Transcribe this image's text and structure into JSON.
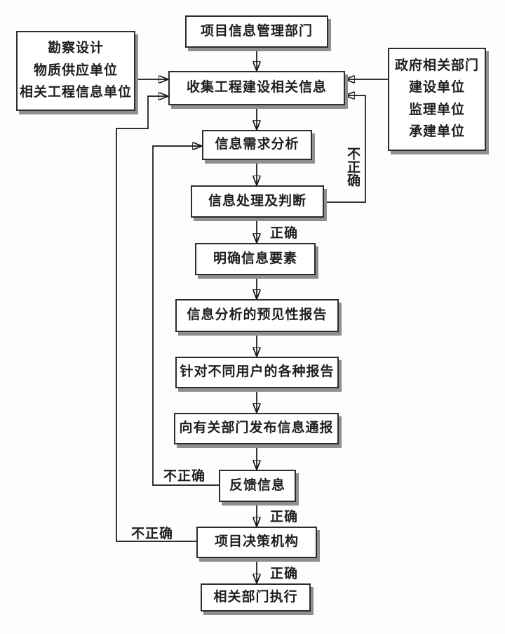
{
  "diagram": {
    "nodes": {
      "project_info_dept": {
        "label": "项目信息管理部门"
      },
      "survey_sources": {
        "lines": [
          "勘察设计",
          "物质供应单位",
          "相关工程信息单位"
        ]
      },
      "gov_sources": {
        "lines": [
          "政府相关部门",
          "建设单位",
          "监理单位",
          "承建单位"
        ]
      },
      "collect_info": {
        "label": "收集工程建设相关信息"
      },
      "demand_analysis": {
        "label": "信息需求分析"
      },
      "process_judge": {
        "label": "信息处理及判断"
      },
      "clarify_elements": {
        "label": "明确信息要素"
      },
      "forecast_report": {
        "label": "信息分析的预见性报告"
      },
      "user_reports": {
        "label": "针对不同用户的各种报告"
      },
      "publish_bulletin": {
        "label": "向有关部门发布信息通报"
      },
      "feedback_info": {
        "label": "反馈信息"
      },
      "decision_body": {
        "label": "项目决策机构"
      },
      "dept_execute": {
        "label": "相关部门执行"
      }
    },
    "edge_labels": {
      "correct": "正确",
      "incorrect": "不正确"
    },
    "edges": [
      {
        "from": "项目信息管理部门",
        "to": "收集工程建设相关信息",
        "label": ""
      },
      {
        "from": "勘察设计/物质供应单位/相关工程信息单位",
        "to": "收集工程建设相关信息",
        "label": ""
      },
      {
        "from": "政府相关部门/建设单位/监理单位/承建单位",
        "to": "收集工程建设相关信息",
        "label": ""
      },
      {
        "from": "收集工程建设相关信息",
        "to": "信息需求分析",
        "label": ""
      },
      {
        "from": "信息需求分析",
        "to": "信息处理及判断",
        "label": ""
      },
      {
        "from": "信息处理及判断",
        "to": "明确信息要素",
        "label": "正确"
      },
      {
        "from": "信息处理及判断",
        "to": "收集工程建设相关信息",
        "label": "不正确"
      },
      {
        "from": "明确信息要素",
        "to": "信息分析的预见性报告",
        "label": ""
      },
      {
        "from": "信息分析的预见性报告",
        "to": "针对不同用户的各种报告",
        "label": ""
      },
      {
        "from": "针对不同用户的各种报告",
        "to": "向有关部门发布信息通报",
        "label": ""
      },
      {
        "from": "向有关部门发布信息通报",
        "to": "反馈信息",
        "label": ""
      },
      {
        "from": "反馈信息",
        "to": "项目决策机构",
        "label": "正确"
      },
      {
        "from": "反馈信息",
        "to": "信息需求分析",
        "label": "不正确"
      },
      {
        "from": "项目决策机构",
        "to": "相关部门执行",
        "label": "正确"
      },
      {
        "from": "项目决策机构",
        "to": "收集工程建设相关信息",
        "label": "不正确"
      }
    ],
    "colors": {
      "background": "#fdfdfd",
      "box_fill": "#ffffff",
      "box_border": "#2d2d2d",
      "box_shadow": "#8f8f8f",
      "line": "#141414",
      "text": "#1f1f1f"
    }
  }
}
